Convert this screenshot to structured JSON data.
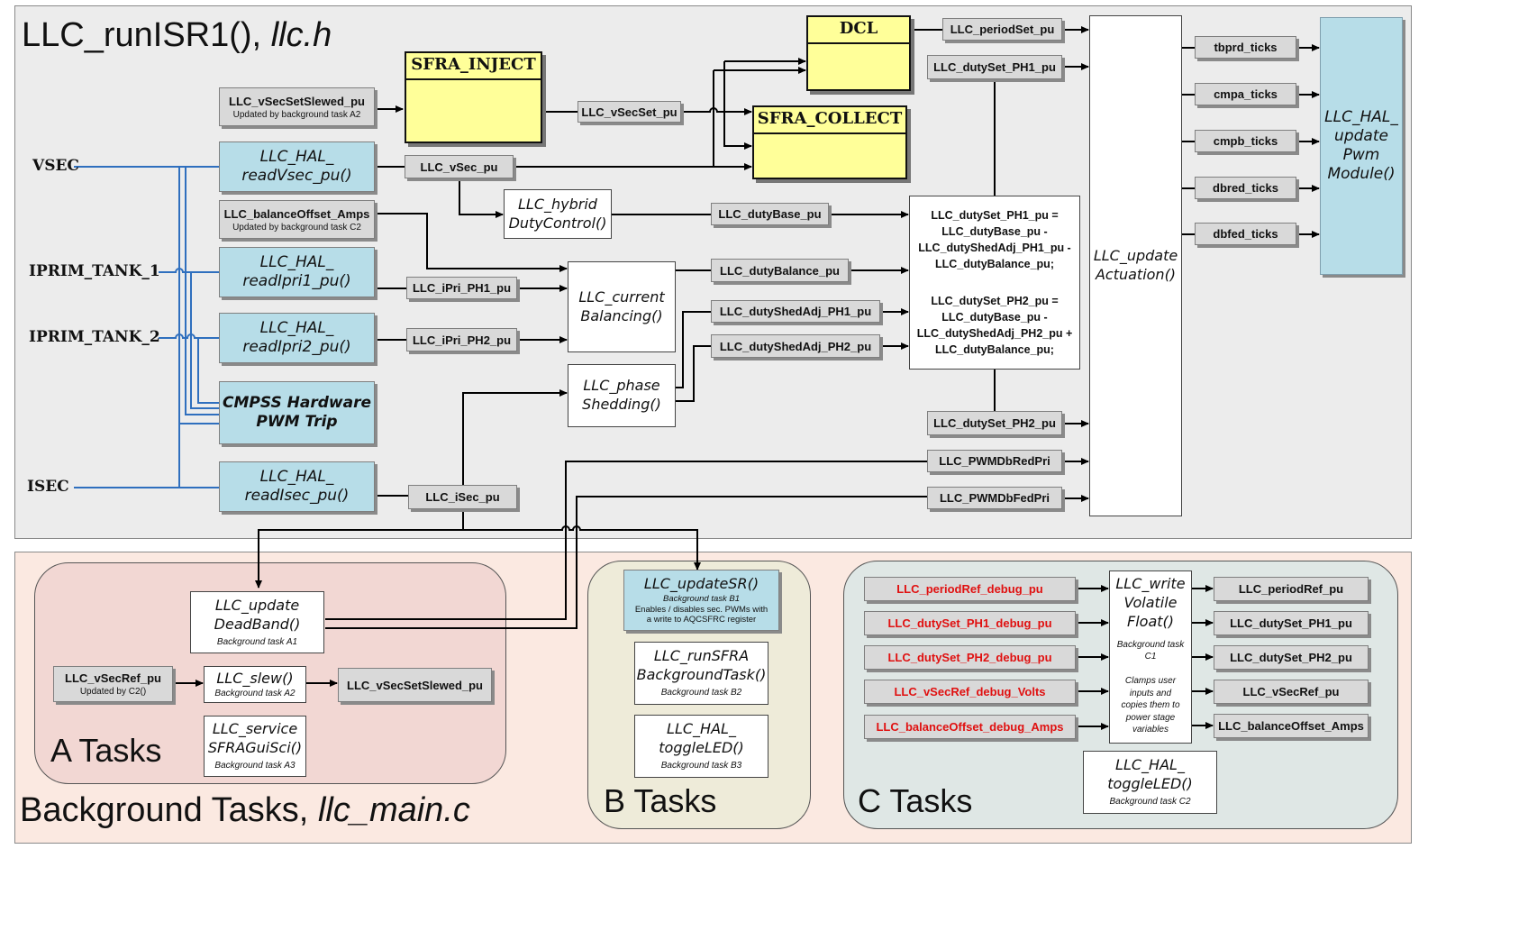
{
  "regions": {
    "isr_title_main": "LLC_runISR1(),",
    "isr_title_file": "llc.h",
    "bg_title_main": "Background Tasks,",
    "bg_title_file": "llc_main.c",
    "a_tasks": "A Tasks",
    "b_tasks": "B Tasks",
    "c_tasks": "C Tasks"
  },
  "inputs": {
    "vsec": "VSEC",
    "iprim1": "IPRIM_TANK_1",
    "iprim2": "IPRIM_TANK_2",
    "isec": "ISEC"
  },
  "isr": {
    "vsecset_slewed": "LLC_vSecSetSlewed_pu",
    "vsecset_slewed_note": "Updated by background task A2",
    "balance_offset": "LLC_balanceOffset_Amps",
    "balance_offset_note": "Updated by background task C2",
    "hal_readvsec": [
      "LLC_HAL_",
      "readVsec_pu()"
    ],
    "hal_readipri1": [
      "LLC_HAL_",
      "readIpri1_pu()"
    ],
    "hal_readipri2": [
      "LLC_HAL_",
      "readIpri2_pu()"
    ],
    "cmpss": [
      "CMPSS Hardware",
      "PWM Trip"
    ],
    "hal_readisec": [
      "LLC_HAL_",
      "readIsec_pu()"
    ],
    "sfra_inject": "SFRA_INJECT",
    "sfra_collect": "SFRA_COLLECT",
    "dcl": "DCL",
    "vsecset": "LLC_vSecSet_pu",
    "vsec_pu": "LLC_vSec_pu",
    "ipri_ph1": "LLC_iPri_PH1_pu",
    "ipri_ph2": "LLC_iPri_PH2_pu",
    "isec_pu": "LLC_iSec_pu",
    "hybrid": [
      "LLC_hybrid",
      "DutyControl()"
    ],
    "current_bal": [
      "LLC_current",
      "Balancing()"
    ],
    "phase_shed": [
      "LLC_phase",
      "Shedding()"
    ],
    "duty_base": "LLC_dutyBase_pu",
    "duty_balance": "LLC_dutyBalance_pu",
    "duty_shed1": "LLC_dutyShedAdj_PH1_pu",
    "duty_shed2": "LLC_dutyShedAdj_PH2_pu",
    "period_set": "LLC_periodSet_pu",
    "duty_set1": "LLC_dutySet_PH1_pu",
    "duty_set2": "LLC_dutySet_PH2_pu",
    "pwm_db_red": "LLC_PWMDbRedPri",
    "pwm_db_fed": "LLC_PWMDbFedPri",
    "eq_ph1": [
      "LLC_dutySet_PH1_pu =",
      "LLC_dutyBase_pu -",
      "LLC_dutyShedAdj_PH1_pu -",
      "LLC_dutyBalance_pu;"
    ],
    "eq_ph2": [
      "LLC_dutySet_PH2_pu =",
      "LLC_dutyBase_pu -",
      "LLC_dutyShedAdj_PH2_pu +",
      "LLC_dutyBalance_pu;"
    ],
    "update_actuation": [
      "LLC_update",
      "Actuation()"
    ],
    "tbprd": "tbprd_ticks",
    "cmpa": "cmpa_ticks",
    "cmpb": "cmpb_ticks",
    "dbred": "dbred_ticks",
    "dbfed": "dbfed_ticks",
    "hal_update_pwm": [
      "LLC_HAL_",
      "update",
      "Pwm",
      "Module()"
    ]
  },
  "a_tasks": {
    "update_deadband": [
      "LLC_update",
      "DeadBand()"
    ],
    "update_deadband_note": "Background task A1",
    "vsecref": "LLC_vSecRef_pu",
    "vsecref_note": "Updated by C2()",
    "slew": "LLC_slew()",
    "slew_note": "Background task A2",
    "vsecset_slewed": "LLC_vSecSetSlewed_pu",
    "service_sfra": [
      "LLC_service",
      "SFRAGuiSci()"
    ],
    "service_sfra_note": "Background task A3"
  },
  "b_tasks": {
    "update_sr": "LLC_updateSR()",
    "update_sr_note": [
      "Background task B1",
      "Enables / disables sec. PWMs with",
      "a write to AQCSFRC register"
    ],
    "run_sfra": [
      "LLC_runSFRA",
      "BackgroundTask()"
    ],
    "run_sfra_note": "Background task B2",
    "toggle_led": [
      "LLC_HAL_",
      "toggleLED()"
    ],
    "toggle_led_note": "Background task B3"
  },
  "c_tasks": {
    "debug_inputs": [
      "LLC_periodRef_debug_pu",
      "LLC_dutySet_PH1_debug_pu",
      "LLC_dutySet_PH2_debug_pu",
      "LLC_vSecRef_debug_Volts",
      "LLC_balanceOffset_debug_Amps"
    ],
    "write_volatile": [
      "LLC_write",
      "Volatile",
      "Float()"
    ],
    "write_volatile_note": "Background task C1",
    "write_volatile_desc": [
      "Clamps user",
      "inputs and",
      "copies them to",
      "power stage",
      "variables"
    ],
    "outputs": [
      "LLC_periodRef_pu",
      "LLC_dutySet_PH1_pu",
      "LLC_dutySet_PH2_pu",
      "LLC_vSecRef_pu",
      "LLC_balanceOffset_Amps"
    ],
    "toggle_led": [
      "LLC_HAL_",
      "toggleLED()"
    ],
    "toggle_led_note": "Background task C2"
  },
  "colors": {
    "isr_bg": "#ececec",
    "a_bg": "#f2d7d3",
    "b_bg": "#eeebd9",
    "c_bg": "#dfe7e5",
    "bg_outer": "#fbe9e1",
    "hal_blue": "#b7dde8",
    "signal_gray": "#d9d9d9",
    "sfra_yellow": "#ffff99",
    "wire_blue": "#2f6fbe",
    "debug_red": "#e01010"
  }
}
